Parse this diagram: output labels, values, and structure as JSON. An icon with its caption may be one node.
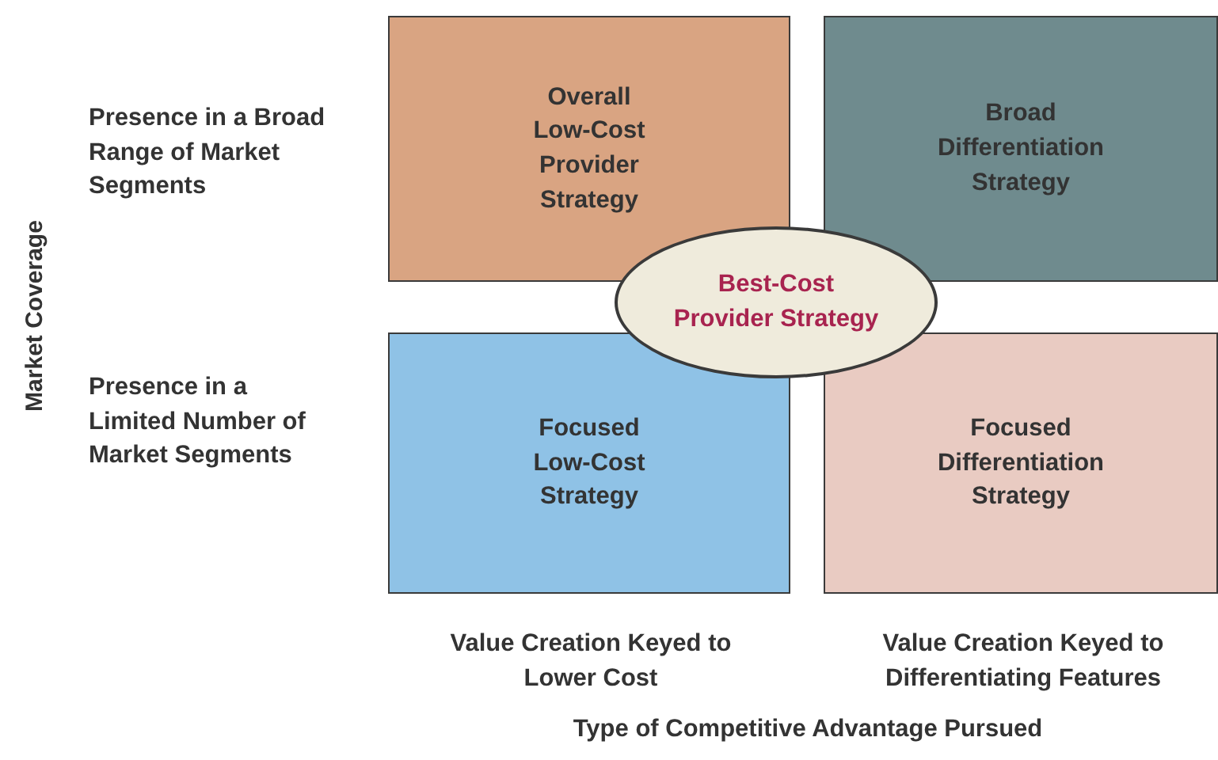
{
  "diagram": {
    "nodes": [
      {
        "text": [
          "Overall Low-Cost Provider Strategy"
        ]
      },
      {
        "text": [
          "Broad Differentiation Strategy"
        ]
      },
      {
        "text": [
          "Focused Low-Cost Strategy"
        ]
      },
      {
        "text": [
          "Focused Differentiation Strategy"
        ]
      },
      {
        "text": [
          "Best-Cost Provider Strategy"
        ]
      }
    ],
    "labels": [
      "Presence in a Broad Range of Market Segments",
      "Market Coverage",
      "Presence in a Limited Number of Market Segments",
      "Value Creation Keyed to Lower Cost",
      "Value Creation Keyed to Differentiating Features",
      "Type of Competitive Advantage Pursued"
    ]
  }
}
